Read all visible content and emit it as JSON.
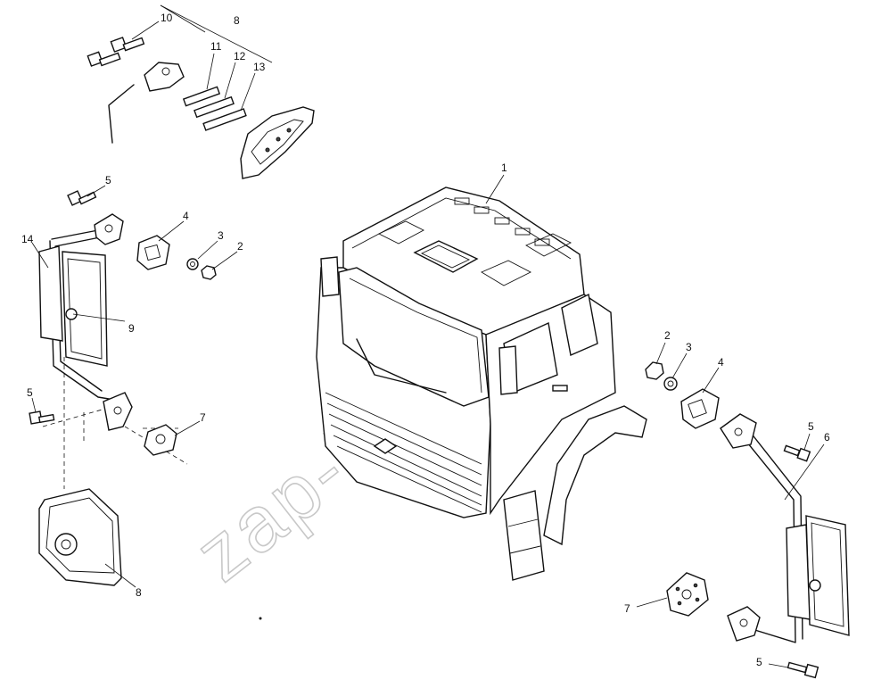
{
  "watermark": "zap-kam.ru",
  "callouts": [
    {
      "id": "c10a",
      "text": "10"
    },
    {
      "id": "c8a",
      "text": "8"
    },
    {
      "id": "c11",
      "text": "11"
    },
    {
      "id": "c12",
      "text": "12"
    },
    {
      "id": "c13",
      "text": "13"
    },
    {
      "id": "c1",
      "text": "1"
    },
    {
      "id": "c5a",
      "text": "5"
    },
    {
      "id": "c4a",
      "text": "4"
    },
    {
      "id": "c3a",
      "text": "3"
    },
    {
      "id": "c2a",
      "text": "2"
    },
    {
      "id": "c14",
      "text": "14"
    },
    {
      "id": "c9",
      "text": "9"
    },
    {
      "id": "c5b",
      "text": "5"
    },
    {
      "id": "c7a",
      "text": "7"
    },
    {
      "id": "c8b",
      "text": "8"
    },
    {
      "id": "c2b",
      "text": "2"
    },
    {
      "id": "c3b",
      "text": "3"
    },
    {
      "id": "c4b",
      "text": "4"
    },
    {
      "id": "c5c",
      "text": "5"
    },
    {
      "id": "c6",
      "text": "6"
    },
    {
      "id": "c7b",
      "text": "7"
    },
    {
      "id": "c5d",
      "text": "5"
    }
  ]
}
